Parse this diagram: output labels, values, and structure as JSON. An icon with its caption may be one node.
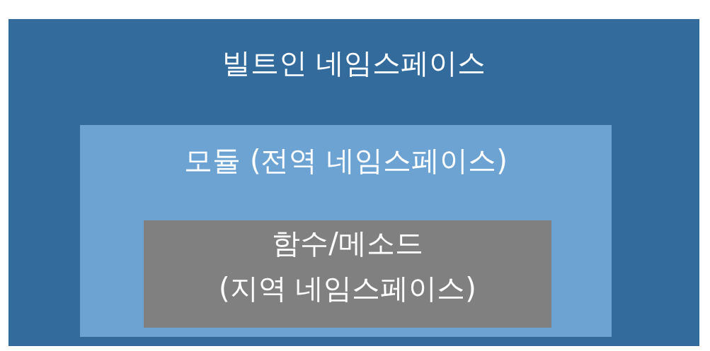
{
  "diagram": {
    "nodes": [
      {
        "text": [
          "빌트인 네임스페이스"
        ]
      },
      {
        "text": [
          "모듈 (전역 네임스페이스)"
        ],
        "in": 0
      },
      {
        "text": [
          "함수/메소드",
          "(지역 네임스페이스)"
        ],
        "in": 1
      }
    ]
  }
}
